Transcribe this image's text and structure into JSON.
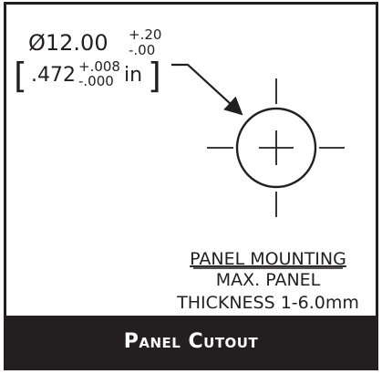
{
  "dimension": {
    "diameter_symbol": "Ø",
    "metric_value": "12.00",
    "metric_tol_plus": "+.20",
    "metric_tol_minus": "-.00",
    "imperial_bracket_open": "[",
    "imperial_value": ".472",
    "imperial_tol_plus": "+.008",
    "imperial_tol_minus": "-.000",
    "imperial_unit": "in",
    "imperial_bracket_close": "]"
  },
  "note": {
    "heading": "PANEL MOUNTING",
    "line2": "MAX. PANEL",
    "line3": "THICKNESS 1-6.0mm"
  },
  "footer": {
    "title": "Panel Cutout"
  },
  "colors": {
    "ink": "#231f20",
    "paper": "#ffffff",
    "footer_bg": "#231f20",
    "footer_text": "#ffffff"
  }
}
